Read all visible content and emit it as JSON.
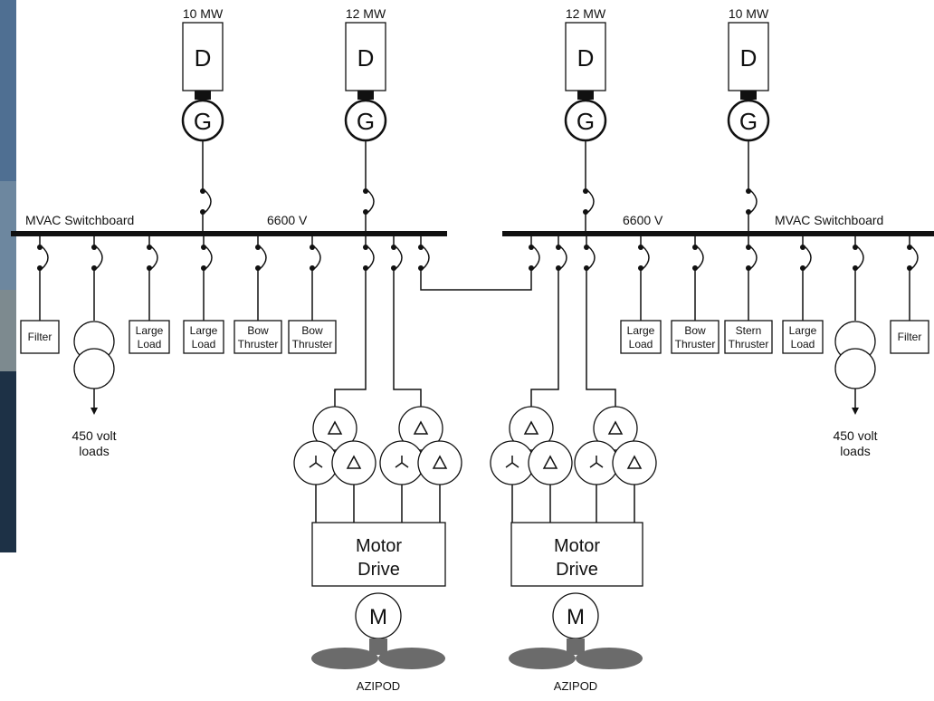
{
  "generators": [
    {
      "rating": "10 MW",
      "engine": "D",
      "gen": "G"
    },
    {
      "rating": "12 MW",
      "engine": "D",
      "gen": "G"
    },
    {
      "rating": "12 MW",
      "engine": "D",
      "gen": "G"
    },
    {
      "rating": "10 MW",
      "engine": "D",
      "gen": "G"
    }
  ],
  "switchboards": {
    "left": {
      "name": "MVAC Switchboard",
      "voltage": "6600 V"
    },
    "right": {
      "name": "MVAC Switchboard",
      "voltage": "6600 V"
    }
  },
  "left_loads": [
    {
      "label": [
        "Filter"
      ]
    },
    {
      "label": [
        "Large",
        "Load"
      ]
    },
    {
      "label": [
        "Large",
        "Load"
      ]
    },
    {
      "label": [
        "Bow",
        "Thruster"
      ]
    },
    {
      "label": [
        "Bow",
        "Thruster"
      ]
    }
  ],
  "right_loads": [
    {
      "label": [
        "Large",
        "Load"
      ]
    },
    {
      "label": [
        "Bow",
        "Thruster"
      ]
    },
    {
      "label": [
        "Stern",
        "Thruster"
      ]
    },
    {
      "label": [
        "Large",
        "Load"
      ]
    },
    {
      "label": [
        "Filter"
      ]
    }
  ],
  "lv_loads": [
    "450 volt",
    "loads"
  ],
  "drives": [
    {
      "label": [
        "Motor",
        "Drive"
      ],
      "motor": "M",
      "pod": "AZIPOD"
    },
    {
      "label": [
        "Motor",
        "Drive"
      ],
      "motor": "M",
      "pod": "AZIPOD"
    }
  ],
  "colors": {
    "line": "#111111",
    "pod": "#6b6b6b",
    "background": "#ffffff"
  }
}
